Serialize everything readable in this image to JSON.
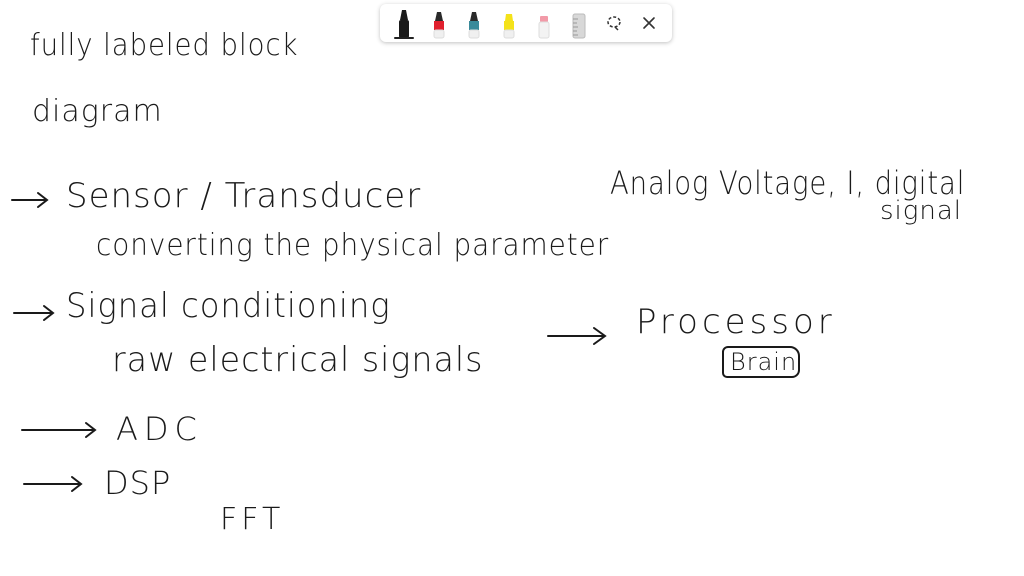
{
  "toolbar": {
    "tools": [
      {
        "name": "black-marker",
        "color": "#1a1a1a",
        "selected": true
      },
      {
        "name": "red-marker",
        "color": "#e0202e",
        "selected": false
      },
      {
        "name": "teal-marker",
        "color": "#3a8a9a",
        "selected": false
      },
      {
        "name": "yellow-highlighter",
        "color": "#f4e21a",
        "selected": false
      },
      {
        "name": "pink-eraser",
        "color": "#f29aa8",
        "selected": false
      },
      {
        "name": "ruler",
        "color": "#c8c8c8",
        "selected": false
      }
    ],
    "icons": [
      "lasso-icon",
      "close-icon"
    ]
  },
  "notes": {
    "title_line1": "fully labeled block",
    "title_line2": "diagram",
    "item1": "Sensor / Transducer",
    "item1_detail": "converting the physical parameter",
    "item2": "Signal conditioning",
    "item2_detail": "raw electrical signals",
    "item3": "ADC",
    "item4": "DSP",
    "fft": "FFT",
    "analog_line1": "Analog Voltage, I, digital",
    "analog_line2": "signal",
    "processor": "Processor",
    "brain": "Brain"
  },
  "ink_color": "#1a1a1a"
}
